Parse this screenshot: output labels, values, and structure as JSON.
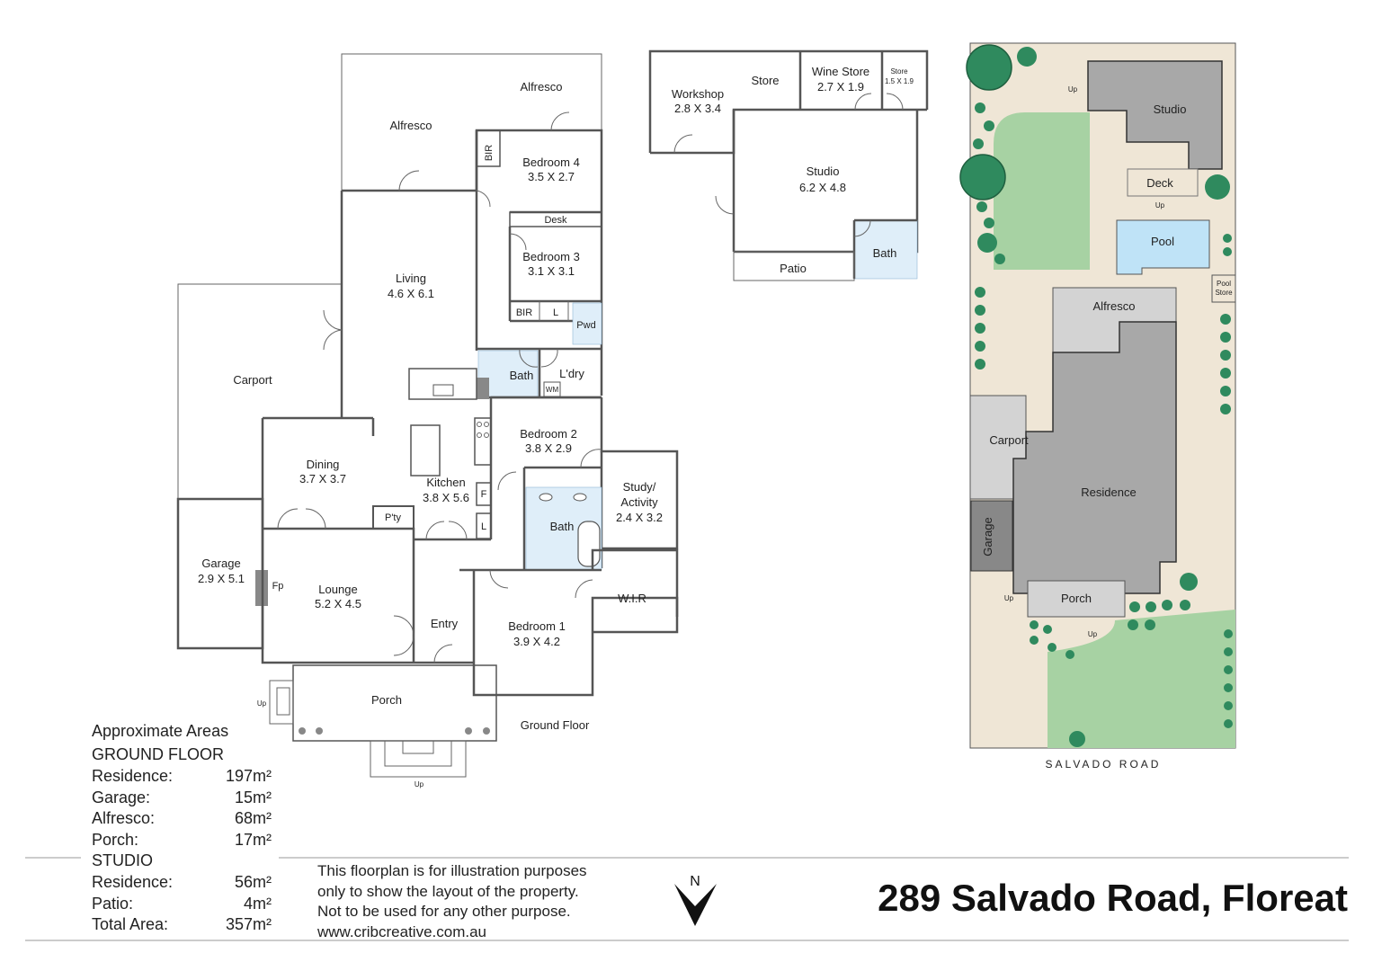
{
  "title": "289 Salvado Road, Floreat",
  "floor_label": "Ground Floor",
  "street_label": "SALVADO ROAD",
  "compass_label": "N",
  "disclaimer": [
    "This floorplan is for illustration purposes",
    "only to show the layout of the property.",
    "Not to be used for any other purpose.",
    "www.cribcreative.com.au"
  ],
  "areas": {
    "heading": "Approximate Areas",
    "ground_floor_label": "GROUND FLOOR",
    "studio_label": "STUDIO",
    "rows": [
      {
        "label": "Residence:",
        "value": "197m²"
      },
      {
        "label": "Garage:",
        "value": "15m²"
      },
      {
        "label": "Alfresco:",
        "value": "68m²"
      },
      {
        "label": "Porch:",
        "value": "17m²"
      }
    ],
    "studio_rows": [
      {
        "label": "Residence:",
        "value": "56m²"
      },
      {
        "label": "Patio:",
        "value": "4m²"
      },
      {
        "label": "Total Area:",
        "value": "357m²"
      }
    ]
  },
  "rooms": {
    "alfresco_1": "Alfresco",
    "alfresco_2": "Alfresco",
    "bir": "BIR",
    "bedroom4": "Bedroom 4",
    "bedroom4_size": "3.5 X 2.7",
    "desk": "Desk",
    "bedroom3": "Bedroom 3",
    "bedroom3_size": "3.1 X 3.1",
    "bir2": "BIR",
    "l": "L",
    "pwd": "Pwd",
    "living": "Living",
    "living_size": "4.6 X 6.1",
    "carport": "Carport",
    "bath1": "Bath",
    "ldry": "L'dry",
    "wm": "WM",
    "bedroom2": "Bedroom 2",
    "bedroom2_size": "3.8 X 2.9",
    "dining": "Dining",
    "dining_size": "3.7 X 3.7",
    "kitchen": "Kitchen",
    "kitchen_size": "3.8 X 5.6",
    "f": "F",
    "l2": "L",
    "pty": "P'ty",
    "study": "Study/",
    "activity": "Activity",
    "study_size": "2.4 X 3.2",
    "bath2": "Bath",
    "garage": "Garage",
    "garage_size": "2.9 X 5.1",
    "fp": "Fp",
    "lounge": "Lounge",
    "lounge_size": "5.2 X 4.5",
    "entry": "Entry",
    "bedroom1": "Bedroom 1",
    "bedroom1_size": "3.9 X 4.2",
    "wir": "W.I.R",
    "porch": "Porch",
    "up1": "Up",
    "up2": "Up"
  },
  "studio_rooms": {
    "workshop": "Workshop",
    "workshop_size": "2.8 X 3.4",
    "store": "Store",
    "wine_store": "Wine Store",
    "wine_store_size": "2.7 X 1.9",
    "store_small": "Store",
    "store_small_size": "1.5 X 1.9",
    "studio": "Studio",
    "studio_size": "6.2 X 4.8",
    "bath": "Bath",
    "patio": "Patio"
  },
  "site": {
    "studio": "Studio",
    "deck": "Deck",
    "pool": "Pool",
    "pool_store_1": "Pool",
    "pool_store_2": "Store",
    "alfresco": "Alfresco",
    "carport": "Carport",
    "residence": "Residence",
    "garage": "Garage",
    "porch": "Porch",
    "up_top": "Up",
    "up_deck": "Up",
    "up_porch_left": "Up",
    "up_porch_bottom": "Up"
  },
  "colors": {
    "site_background": "#efe6d6",
    "lawn": "#a7d2a3",
    "building_dark": "#a8a8a8",
    "building_light": "#d3d3d3",
    "pool": "#bfe3f7",
    "tree": "#2f8a5e",
    "bath_tile": "#dfeef9"
  }
}
